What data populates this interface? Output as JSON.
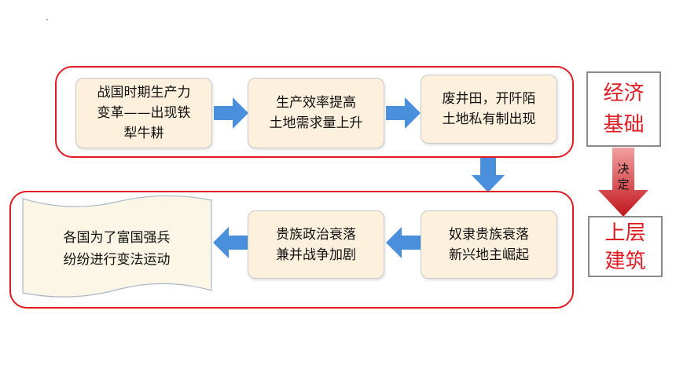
{
  "top_row": {
    "box1": {
      "lines": [
        "战国时期生产力",
        "变革——出现铁",
        "犁牛耕"
      ]
    },
    "box2": {
      "lines": [
        "生产效率提高",
        "土地需求量上升"
      ]
    },
    "box3": {
      "lines": [
        "废井田，开阡陌",
        "土地私有制出现"
      ]
    }
  },
  "bottom_row": {
    "box1": {
      "lines": [
        "奴隶贵族衰落",
        "新兴地主崛起"
      ]
    },
    "box2": {
      "lines": [
        "贵族政治衰落",
        "兼并战争加剧"
      ]
    },
    "scroll": {
      "lines": [
        "各国为了富国强兵",
        "纷纷进行变法运动"
      ]
    }
  },
  "side": {
    "economic_base": {
      "lines": [
        "经济",
        "基础"
      ]
    },
    "decides": {
      "lines": [
        "决",
        "定"
      ]
    },
    "superstructure": {
      "lines": [
        "上层",
        "建筑"
      ]
    }
  },
  "colors": {
    "frame_red": "#e01a22",
    "box_fill": "#fdf0dc",
    "arrow_blue": "#4a8fdc",
    "decide_arrow_red": "#c0151c",
    "scroll_fill": "#fbf6e6"
  }
}
